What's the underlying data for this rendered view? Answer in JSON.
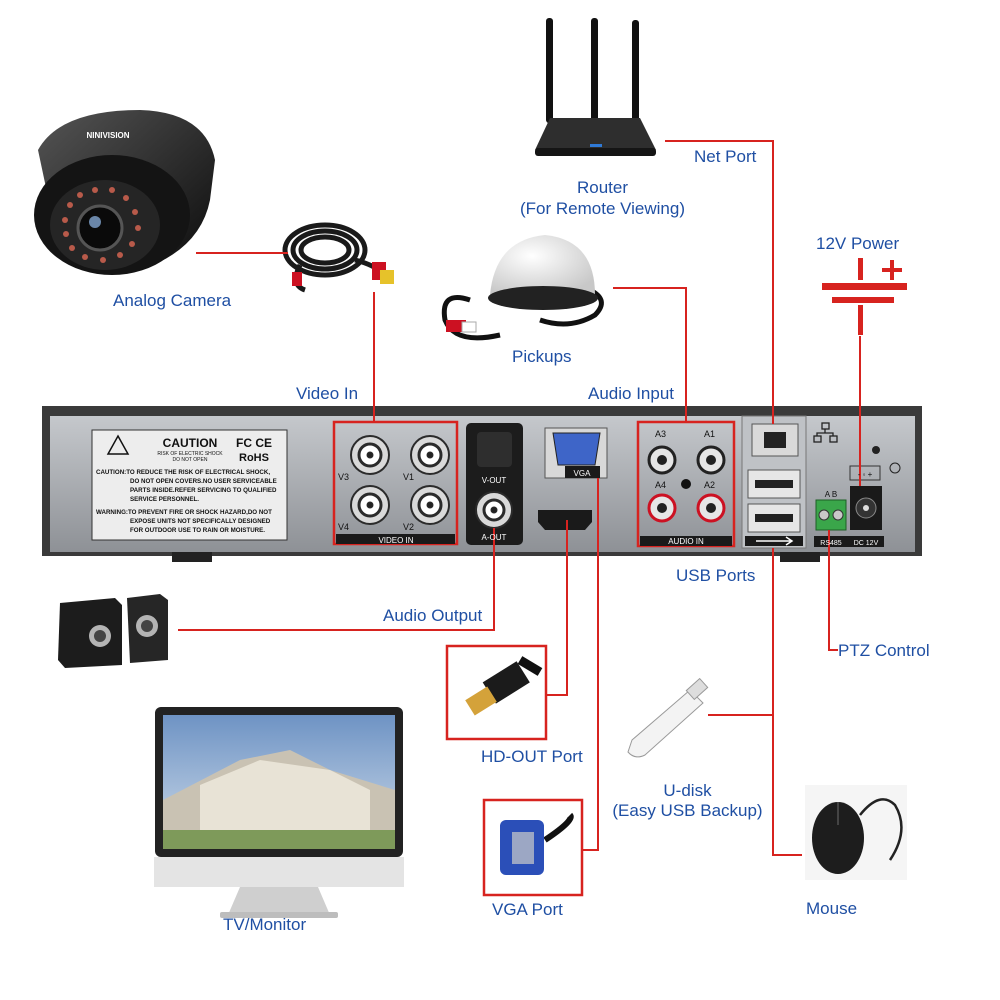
{
  "labels": {
    "analog_camera": "Analog Camera",
    "router": "Router",
    "router_sub": "(For Remote Viewing)",
    "net_port": "Net Port",
    "power": "12V Power",
    "pickups": "Pickups",
    "video_in": "Video In",
    "audio_input": "Audio Input",
    "usb_ports": "USB Ports",
    "audio_output": "Audio Output",
    "ptz_control": "PTZ Control",
    "hd_out_port": "HD-OUT Port",
    "udisk": "U-disk",
    "udisk_sub": "(Easy USB Backup)",
    "tv_monitor": "TV/Monitor",
    "vga_port": "VGA Port",
    "mouse": "Mouse"
  },
  "dvr_panel": {
    "caution": "CAUTION",
    "caution_sub1": "RISK OF ELECTRIC SHOCK",
    "caution_sub2": "DO NOT OPEN",
    "fc_ce": "FC CE",
    "rohs": "RoHS",
    "warning_text": [
      "CAUTION:TO REDUCE THE RISK OF ELECTRICAL SHOCK,",
      "DO NOT OPEN COVERS.NO USER SERVICEABLE",
      "PARTS INSIDE.REFER SERVICING TO QUALIFIED",
      "SERVICE PERSONNEL.",
      "WARNING:TO PREVENT FIRE OR SHOCK HAZARD,DO NOT",
      "EXPOSE UNITS NOT SPECIFICALLY DESIGNED",
      "FOR OUTDOOR USE TO RAIN OR MOISTURE."
    ],
    "video_ports": [
      "V3",
      "V1",
      "V4",
      "V2"
    ],
    "video_in_caption": "VIDEO IN",
    "v_out": "V-OUT",
    "a_out": "A-OUT",
    "vga": "VGA",
    "audio_ports": [
      "A3",
      "A1",
      "A4",
      "A2"
    ],
    "audio_in_caption": "AUDIO IN",
    "rs485_ab": "A  B",
    "rs485": "RS485",
    "dc12v": "DC 12V",
    "polarity": "- ◦ +"
  },
  "camera_brand": "NINIVISION",
  "colors": {
    "wire": "#d7231f",
    "label": "#1f4fa3",
    "panel": "#a9acb1",
    "panel_dark": "#2b2b2b"
  }
}
